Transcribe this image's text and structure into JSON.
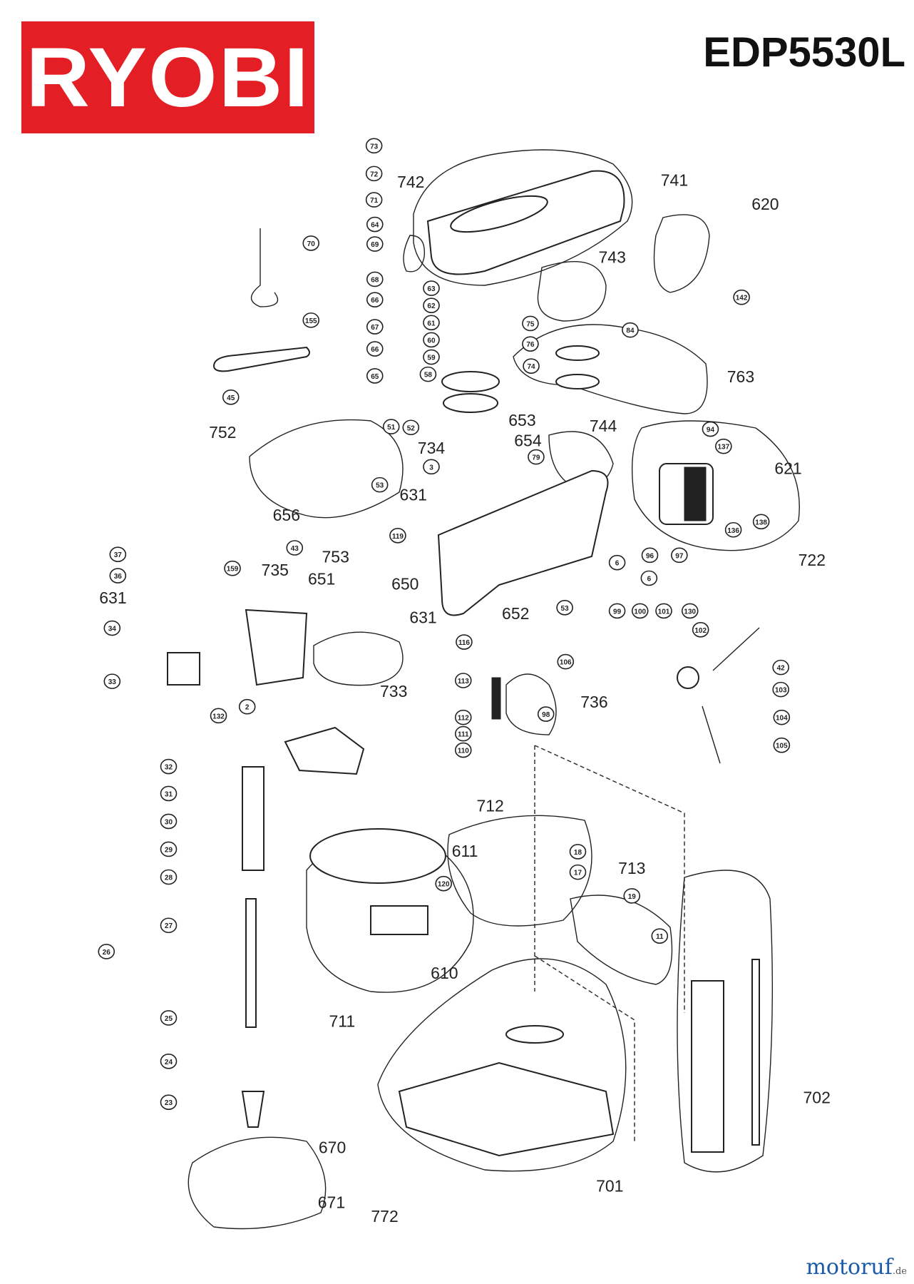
{
  "brand": "RYOBI",
  "model": "EDP5530L",
  "watermark": {
    "name": "motoruf",
    "suffix": ".de"
  },
  "assemblies": [
    "741",
    "742",
    "620",
    "743",
    "763",
    "752",
    "653",
    "734",
    "654",
    "744",
    "621",
    "631",
    "656",
    "722",
    "753",
    "735",
    "651",
    "650",
    "631",
    "631",
    "652",
    "736",
    "733",
    "712",
    "611",
    "713",
    "610",
    "711",
    "702",
    "701",
    "670",
    "671",
    "772"
  ],
  "callouts": [
    "73",
    "72",
    "71",
    "64",
    "69",
    "70",
    "68",
    "66",
    "155",
    "67",
    "66",
    "65",
    "45",
    "63",
    "62",
    "61",
    "60",
    "59",
    "58",
    "75",
    "76",
    "84",
    "74",
    "142",
    "51",
    "52",
    "3",
    "79",
    "53",
    "94",
    "137",
    "138",
    "136",
    "96",
    "97",
    "6",
    "6",
    "53",
    "43",
    "119",
    "159",
    "37",
    "36",
    "34",
    "33",
    "2",
    "116",
    "113",
    "99",
    "100",
    "101",
    "130",
    "102",
    "42",
    "103",
    "104",
    "105",
    "106",
    "112",
    "111",
    "110",
    "98",
    "132",
    "32",
    "31",
    "30",
    "29",
    "28",
    "27",
    "26",
    "25",
    "24",
    "23",
    "18",
    "17",
    "120",
    "19",
    "11"
  ]
}
